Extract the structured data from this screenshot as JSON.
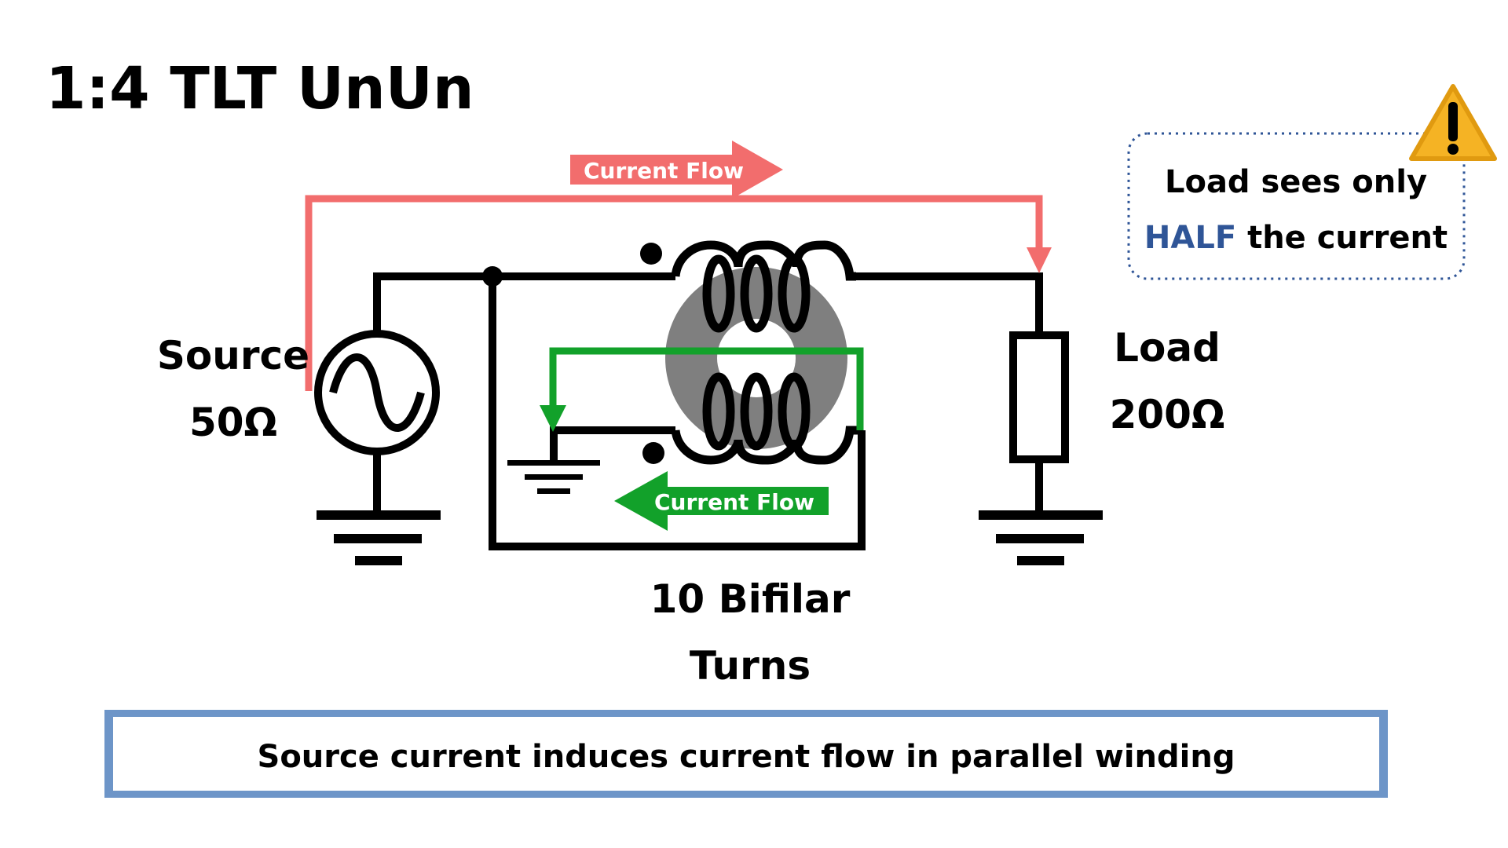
{
  "title": "1:4 TLT UnUn",
  "source": {
    "label": "Source",
    "impedance": "50Ω"
  },
  "load": {
    "label": "Load",
    "impedance": "200Ω"
  },
  "winding": {
    "line1": "10 Bifilar",
    "line2": "Turns"
  },
  "current_flow_top": {
    "label": "Current Flow",
    "color": "#f26d6d"
  },
  "current_flow_bottom": {
    "label": "Current Flow",
    "color": "#12a12a"
  },
  "callout": {
    "line1": "Load sees only",
    "highlight": "HALF",
    "line2_rest": " the current",
    "highlight_color": "#2f5597",
    "icon": "warning-icon"
  },
  "caption": "Source current induces current flow in parallel winding",
  "colors": {
    "caption_border": "#6d95c8",
    "core": "#7f7f7f",
    "wire": "#000000"
  }
}
